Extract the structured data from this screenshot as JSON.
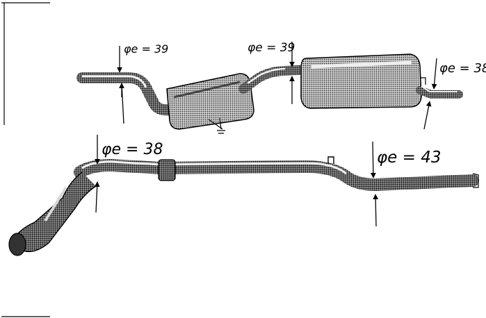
{
  "diagram": {
    "ink_color": "#000000",
    "pipe_shade": "#8a8a8a",
    "pipe_highlight": "#d8d8d8",
    "muffler_shade": "#6e6e6e",
    "labels": {
      "diam_front_pipe": "φe = 39",
      "diam_mid_pipe": "φe = 39",
      "diam_rear_upper": "φe = 38",
      "diam_rear_lower_left": "φe = 38",
      "diam_rear_lower_right": "φe = 43"
    }
  }
}
